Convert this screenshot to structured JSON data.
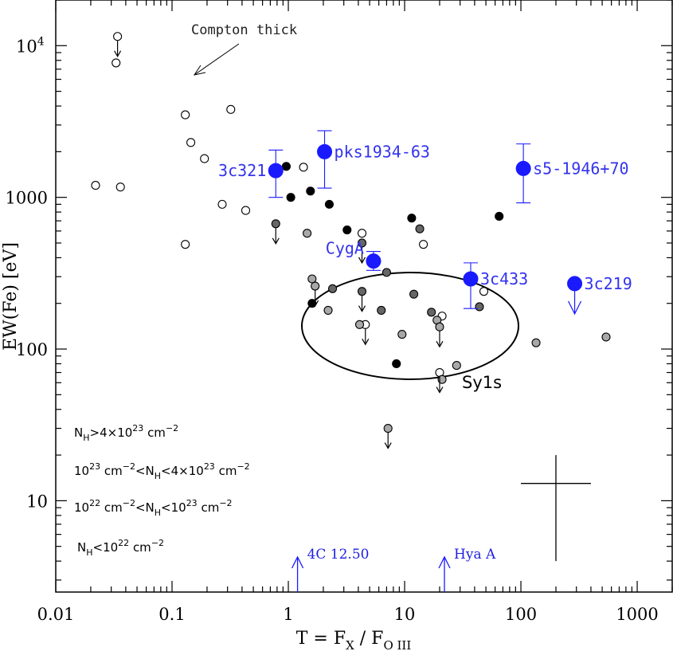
{
  "chart_data": {
    "type": "scatter",
    "xscale": "log",
    "yscale": "log",
    "xlim": [
      0.01,
      2000
    ],
    "ylim": [
      2.5,
      20000
    ],
    "x_ticks": [
      {
        "value": 0.01,
        "label": "0.01"
      },
      {
        "value": 0.1,
        "label": "0.1"
      },
      {
        "value": 1,
        "label": "1"
      },
      {
        "value": 10,
        "label": "10"
      },
      {
        "value": 100,
        "label": "100"
      },
      {
        "value": 1000,
        "label": "1000"
      }
    ],
    "y_ticks": [
      {
        "value": 10,
        "label": "10"
      },
      {
        "value": 100,
        "label": "100"
      },
      {
        "value": 1000,
        "label": "1000"
      }
    ],
    "y_tick_1e4": {
      "base": "10",
      "exp": "4"
    },
    "xlabel": {
      "text": "T = F",
      "sub1": "X",
      "mid": " / F",
      "sub2": "O III"
    },
    "ylabel": "EW(Fe) [eV]",
    "series": [
      {
        "key": "nh_gt_4e23",
        "fill": "#ffffff",
        "points": [
          [
            0.033,
            7700
          ],
          [
            0.034,
            11500
          ],
          [
            0.022,
            1200
          ],
          [
            0.036,
            1170
          ],
          [
            0.13,
            3500
          ],
          [
            0.145,
            2300
          ],
          [
            0.19,
            1800
          ],
          [
            0.32,
            3800
          ],
          [
            0.13,
            490
          ],
          [
            0.27,
            900
          ],
          [
            0.43,
            820
          ],
          [
            1.35,
            1580
          ],
          [
            4.3,
            580
          ],
          [
            14.5,
            490
          ],
          [
            38,
            290
          ],
          [
            48,
            240
          ],
          [
            4.6,
            145
          ],
          [
            21,
            165
          ],
          [
            20,
            70
          ]
        ]
      },
      {
        "key": "nh_1e23_4e23",
        "fill": "#666666",
        "points": [
          [
            0.78,
            670
          ],
          [
            4.3,
            500
          ],
          [
            13.5,
            620
          ],
          [
            7,
            320
          ],
          [
            2.4,
            250
          ],
          [
            4.3,
            240
          ],
          [
            6.3,
            180
          ],
          [
            12,
            230
          ],
          [
            17,
            175
          ],
          [
            44,
            190
          ]
        ]
      },
      {
        "key": "nh_1e22_1e23",
        "fill": "#a8a8a8",
        "points": [
          [
            1.6,
            290
          ],
          [
            1.7,
            260
          ],
          [
            1.45,
            580
          ],
          [
            2.2,
            180
          ],
          [
            4.1,
            145
          ],
          [
            9.5,
            125
          ],
          [
            19,
            155
          ],
          [
            20,
            140
          ],
          [
            28,
            78
          ],
          [
            7.2,
            30
          ],
          [
            21,
            63
          ],
          [
            135,
            110
          ],
          [
            540,
            120
          ]
        ]
      },
      {
        "key": "nh_lt_1e22",
        "fill": "#000000",
        "points": [
          [
            1.05,
            1000
          ],
          [
            0.96,
            1600
          ],
          [
            1.55,
            1100
          ],
          [
            2.25,
            900
          ],
          [
            3.2,
            610
          ],
          [
            1.6,
            200
          ],
          [
            8.5,
            80
          ],
          [
            11.5,
            730
          ],
          [
            65,
            750
          ]
        ]
      }
    ],
    "upper_limit_arrows": [
      [
        0.034,
        11500
      ],
      [
        0.78,
        670
      ],
      [
        1.7,
        260
      ],
      [
        4.3,
        500
      ],
      [
        4.3,
        240
      ],
      [
        4.6,
        145
      ],
      [
        20,
        140
      ],
      [
        20,
        70
      ],
      [
        7.2,
        30
      ]
    ],
    "named_sources": [
      {
        "name": "3c321",
        "x": 0.78,
        "y": 1500,
        "err": [
          1000,
          2050
        ],
        "label_side": "left"
      },
      {
        "name": "pks1934-63",
        "x": 2.05,
        "y": 2000,
        "err": [
          1150,
          2750
        ],
        "label_side": "right"
      },
      {
        "name": "s5-1946+70",
        "x": 105,
        "y": 1550,
        "err": [
          920,
          2250
        ],
        "label_side": "right"
      },
      {
        "name": "CygA",
        "x": 5.4,
        "y": 380,
        "err": [
          330,
          440
        ],
        "label_side": "left"
      },
      {
        "name": "3c433",
        "x": 37,
        "y": 290,
        "err": [
          185,
          370
        ],
        "label_side": "right"
      },
      {
        "name": "3c219",
        "x": 290,
        "y": 270,
        "err": null,
        "label_side": "right",
        "upper_limit": true
      }
    ],
    "lower_limit_arrows": [
      {
        "name": "4C 12.50",
        "x": 1.2
      },
      {
        "name": "Hya A",
        "x": 22
      }
    ],
    "sy1s": {
      "label": "Sy1s",
      "center_x": 14.2,
      "center_y": 140
    },
    "compton_thick": "Compton thick",
    "error_cross": {
      "x": 200,
      "y_center": 13,
      "y_low": 4,
      "y_high": 20,
      "x_low": 100,
      "x_high": 400
    },
    "legend": [
      {
        "pre": "N",
        "sub": "H",
        "rest": ">4×10",
        "sup": "23",
        "tail": " cm",
        "tail_sup": "−2"
      },
      {
        "pre": "10",
        "sup0": "23",
        "mid": " cm",
        "mid_sup": "−2",
        "mid2": "<N",
        "sub": "H",
        "rest": "<4×10",
        "sup": "23",
        "tail": " cm",
        "tail_sup": "−2"
      },
      {
        "pre": "10",
        "sup0": "22",
        "mid": " cm",
        "mid_sup": "−2",
        "mid2": "<N",
        "sub": "H",
        "rest": "<10",
        "sup": "23",
        "tail": " cm",
        "tail_sup": "−2"
      },
      {
        "pre": "N",
        "sub": "H",
        "rest": "<10",
        "sup": "22",
        "tail": " cm",
        "tail_sup": "−2"
      }
    ],
    "colors": {
      "accent": "#1a1aff",
      "label_blue": "#3333ee"
    }
  }
}
